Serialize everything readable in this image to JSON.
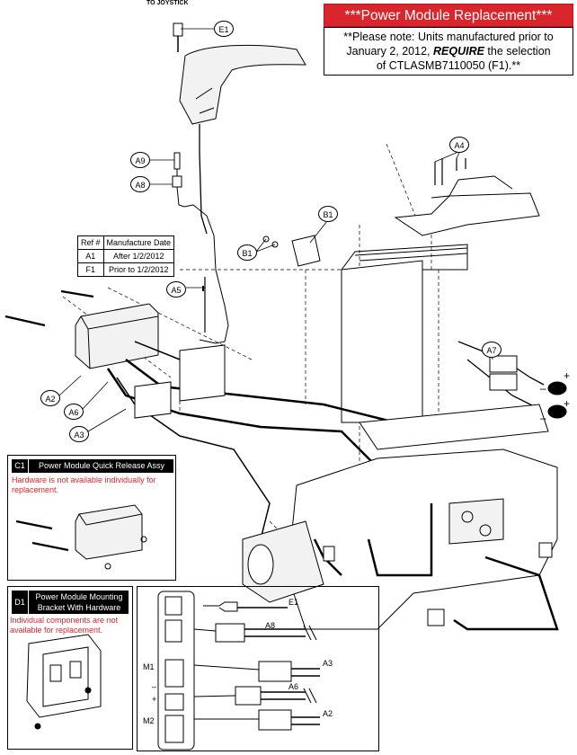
{
  "title": {
    "banner": "***Power Module Replacement***",
    "note_line1": "**Please note: Units manufactured prior to",
    "note_line2_pre": "January 2, 2012, ",
    "note_require": "REQUIRE",
    "note_line2_post": " the selection",
    "note_line3": "of CTLASMB7110050 (F1).**"
  },
  "joystick_label": "TO JOYSTICK",
  "callouts": {
    "e1": "E1",
    "a9": "A9",
    "a8": "A8",
    "a4": "A4",
    "b1_top": "B1",
    "b1_left": "B1",
    "a5": "A5",
    "a7": "A7",
    "a2": "A2",
    "a6": "A6",
    "a3": "A3"
  },
  "ref_table": {
    "headers": [
      "Ref #",
      "Manufacture Date"
    ],
    "rows": [
      [
        "A1",
        "After 1/2/2012"
      ],
      [
        "F1",
        "Prior to 1/2/2012"
      ]
    ]
  },
  "box_c1": {
    "code": "C1",
    "title": "Power Module Quick Release Assy",
    "note": "Hardware is not available individually for replacement."
  },
  "box_d1": {
    "code": "D1",
    "title_line1": "Power Module Mounting",
    "title_line2": "Bracket With Hardware",
    "note": "Individual components are not available for replacement."
  },
  "connector_box": {
    "labels": {
      "e1": "E1",
      "a8": "A8",
      "a3": "A3",
      "a6": "A6",
      "a2": "A2",
      "m1": "M1",
      "m2": "M2",
      "minus": "–",
      "plus": "+"
    }
  },
  "battery_signs": {
    "plus1": "+",
    "minus1": "–",
    "plus2": "+",
    "minus2": "–"
  },
  "colors": {
    "banner_red": "#d8262c",
    "note_red": "#d8262c",
    "ink": "#000000",
    "part_fill": "#f2f2f2"
  }
}
